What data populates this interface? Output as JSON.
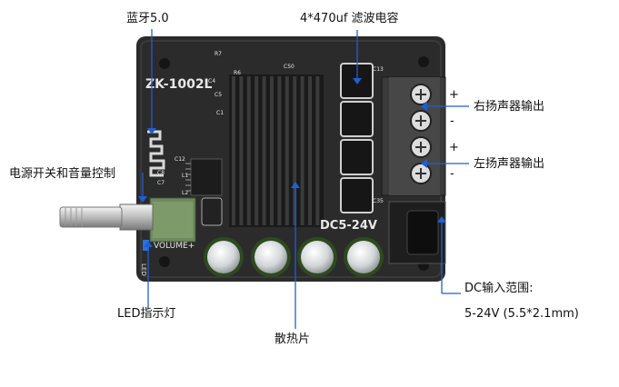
{
  "board": {
    "model": "ZK-1002L",
    "voltage_marking": "DC5-24V",
    "volume_marking": "VOLUME+",
    "led_marking": "LED",
    "polarity": [
      "+",
      "-",
      "+",
      "-"
    ],
    "silkscreen": [
      "R7",
      "R6",
      "C50",
      "C4",
      "C5",
      "C1",
      "C12",
      "C8",
      "C7",
      "L1",
      "L2",
      "C13",
      "C35"
    ]
  },
  "callouts": {
    "bluetooth": "蓝牙5.0",
    "capacitors": "4*470uf 滤波电容",
    "right_speaker": "右扬声器输出",
    "left_speaker": "左扬声器输出",
    "power_volume": "电源开关和音量控制",
    "led": "LED指示灯",
    "heatsink": "散热片",
    "dc_input_title": "DC输入范围:",
    "dc_input_range": "5-24V (5.5*2.1mm)"
  },
  "colors": {
    "pcb": "#2b2b2b",
    "heatsink": "#1a1a1a",
    "callout_line": "#1f5fd0",
    "terminal": "#3a3a3a",
    "capacitor_body": "#e6e6e6",
    "capacitor_top": "#bfc5c8",
    "knob_base": "#6f8a5e"
  }
}
